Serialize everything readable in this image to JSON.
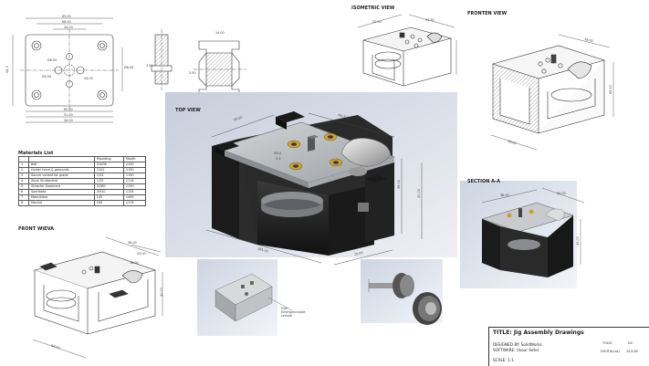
{
  "labels": {
    "isometric": "ISOMETRIC VIEW",
    "frontfen": "FRONTEN VIEW",
    "top": "TOP VIEW",
    "section": "SECTION A-A",
    "front_view": "FRONT WIEVA",
    "materials": "Materials List"
  },
  "materials": {
    "headers": [
      "",
      "",
      "Mounting",
      "Month"
    ],
    "rows": [
      [
        "1",
        "Bolt",
        "2/3/06",
        "1150"
      ],
      [
        "2",
        "Holder force & gasconds",
        "2101",
        "1150"
      ],
      [
        "3",
        "Saccer conent lot grade",
        "1/53",
        "1150"
      ],
      [
        "4",
        "Storn Kindsedrist",
        "1/25",
        "1114"
      ],
      [
        "5",
        "Shearfer Somment",
        "2/280",
        "1150"
      ],
      [
        "6",
        "Soerfoeta",
        "3/510",
        "1154"
      ],
      [
        "7",
        "Mancikikar",
        "145",
        "1400"
      ],
      [
        "8",
        "Machal",
        "160",
        "1114"
      ]
    ]
  },
  "dims": {
    "tl_top": "85.00",
    "tl_top2": "68.00",
    "tl_top3": "34.00",
    "tl_left": "64.0",
    "tl_mid1": "Ø8.50",
    "tl_mid2": "Ø4.50",
    "tl_mid3": "28.00",
    "tl_b1": "85.00",
    "tl_b2": "51.00",
    "tl_b3": "34.00",
    "tl_r": "Ø8.00",
    "side_a": "3.00",
    "side_b": "14.00",
    "side_c": "5.50",
    "main_a": "58.50",
    "main_b": "MX 6.30",
    "main_c": "38.00",
    "main_d": "50.00",
    "main_e": "385.00",
    "main_f": "20.00",
    "main_g": "M3.0",
    "main_h": "3.3",
    "fv_a": "58.00",
    "fv_b": "43.00",
    "fv_c": "40.00",
    "fv_d": "38.00",
    "fv_e": "98.00",
    "fs_a": "38.00",
    "fs_b": "68.50",
    "fs_c": "58.00",
    "sa_a": "38.00",
    "sa_b": "20.00",
    "sa_c": "40.00",
    "iso_a": "20.00",
    "iso_b": "43.50",
    "callout": "Elek Emergencholde cenlodi"
  },
  "titleblock": {
    "title": "TITLE: Jig Assembly Drawings",
    "designed": "DESIGNED BY: SolidWorks",
    "software": "SOFTWARE: (Isour Sote)",
    "scale": "SCALE: 1:1",
    "c1": "TODO",
    "c2": "D2",
    "c3": "DIGITAL(as)",
    "c4": "2S/1/W"
  }
}
